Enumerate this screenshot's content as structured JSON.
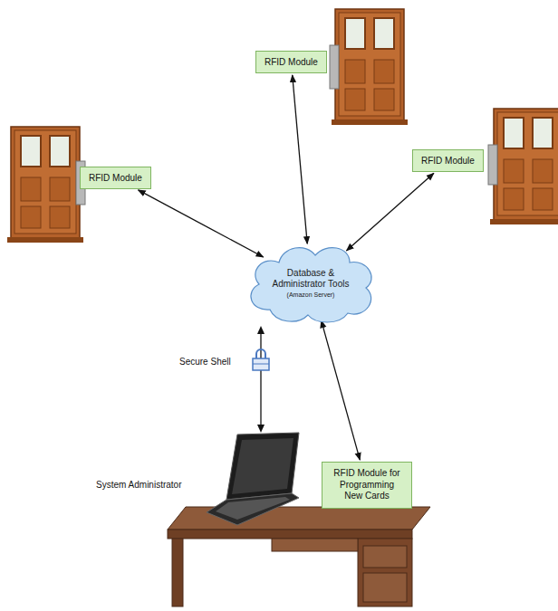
{
  "diagram": {
    "nodes": [
      {
        "text": [
          "RFID Module"
        ]
      },
      {
        "text": [
          "RFID Module"
        ]
      },
      {
        "text": [
          "RFID Module"
        ]
      },
      {
        "text": [
          "Database & Administrator Tools",
          "(Amazon Server)"
        ]
      },
      {
        "text": [
          "RFID Module for Programming New Cards"
        ]
      }
    ],
    "edges": [
      {
        "from": 3,
        "to": 0,
        "arrow": "both"
      },
      {
        "from": 3,
        "to": 1,
        "arrow": "both"
      },
      {
        "from": 3,
        "to": 2,
        "arrow": "both"
      },
      {
        "from": 3,
        "to": 4,
        "arrow": "both"
      }
    ],
    "labels": [
      "Secure Shell",
      "System Administrator"
    ]
  }
}
